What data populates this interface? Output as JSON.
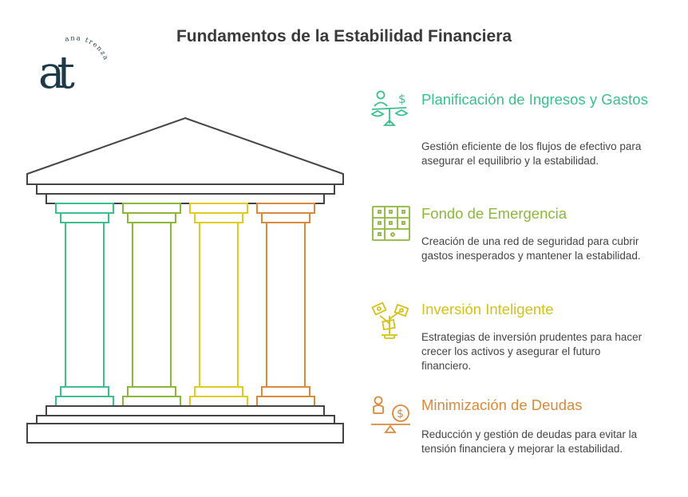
{
  "header": {
    "title": "Fundamentos de la Estabilidad Financiera"
  },
  "logo": {
    "monogram": "at",
    "arc_text": "ana trenza",
    "color": "#1c3a48"
  },
  "colors": {
    "outline": "#444444",
    "col1": "#3bbf8c",
    "col2": "#8cb83a",
    "col3": "#e0cb1e",
    "col4": "#d98a3a"
  },
  "items": [
    {
      "title": "Planificación de Ingresos y Gastos",
      "description": "Gestión eficiente de los flujos de efectivo para asegurar el equilibrio y la estabilidad.",
      "icon": "balance-scale-icon",
      "color": "#3bbf8c"
    },
    {
      "title": "Fondo de Emergencia",
      "description": "Creación de una red de seguridad para cubrir gastos inesperados y mantener la estabilidad.",
      "icon": "safe-box-icon",
      "color": "#8cb83a"
    },
    {
      "title": "Inversión Inteligente",
      "description": "Estrategias de inversión prudentes para hacer crecer los activos y asegurar el futuro financiero.",
      "icon": "money-plant-icon",
      "color": "#d4c21a"
    },
    {
      "title": "Minimización de Deudas",
      "description": "Reducción y gestión de deudas para evitar la tensión financiera y mejorar la estabilidad.",
      "icon": "debt-balance-icon",
      "color": "#d98a3a"
    }
  ]
}
